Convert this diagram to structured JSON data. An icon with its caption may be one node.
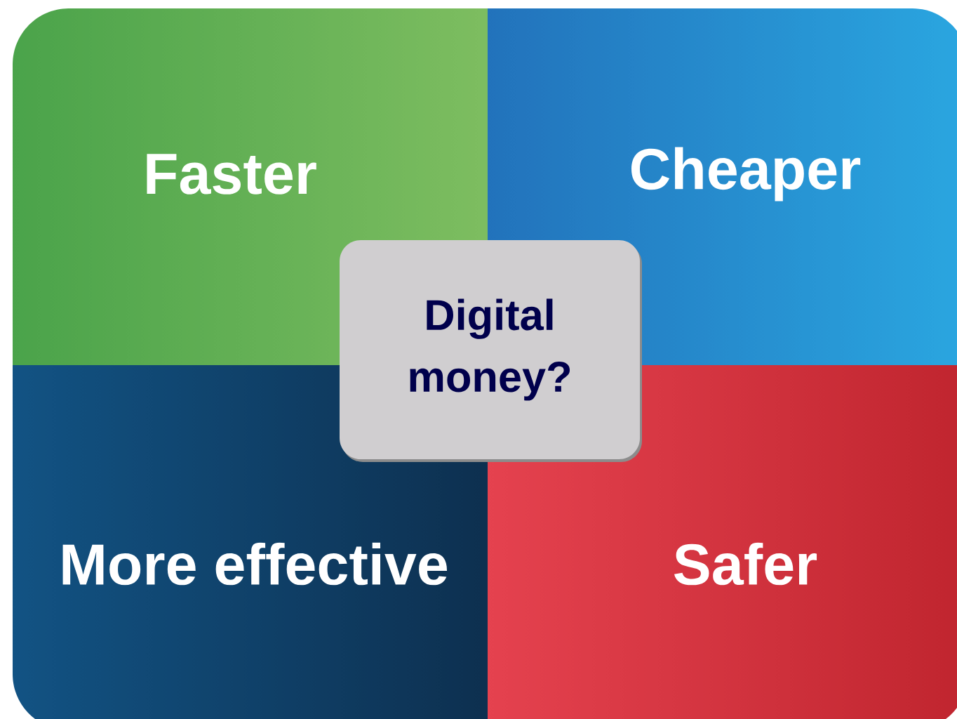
{
  "diagram": {
    "nodes": [
      {
        "text": [
          "Faster"
        ]
      },
      {
        "text": [
          "Cheaper"
        ]
      },
      {
        "text": [
          "Digital money?"
        ]
      },
      {
        "text": [
          "More effective"
        ]
      },
      {
        "text": [
          "Safer"
        ]
      }
    ]
  }
}
